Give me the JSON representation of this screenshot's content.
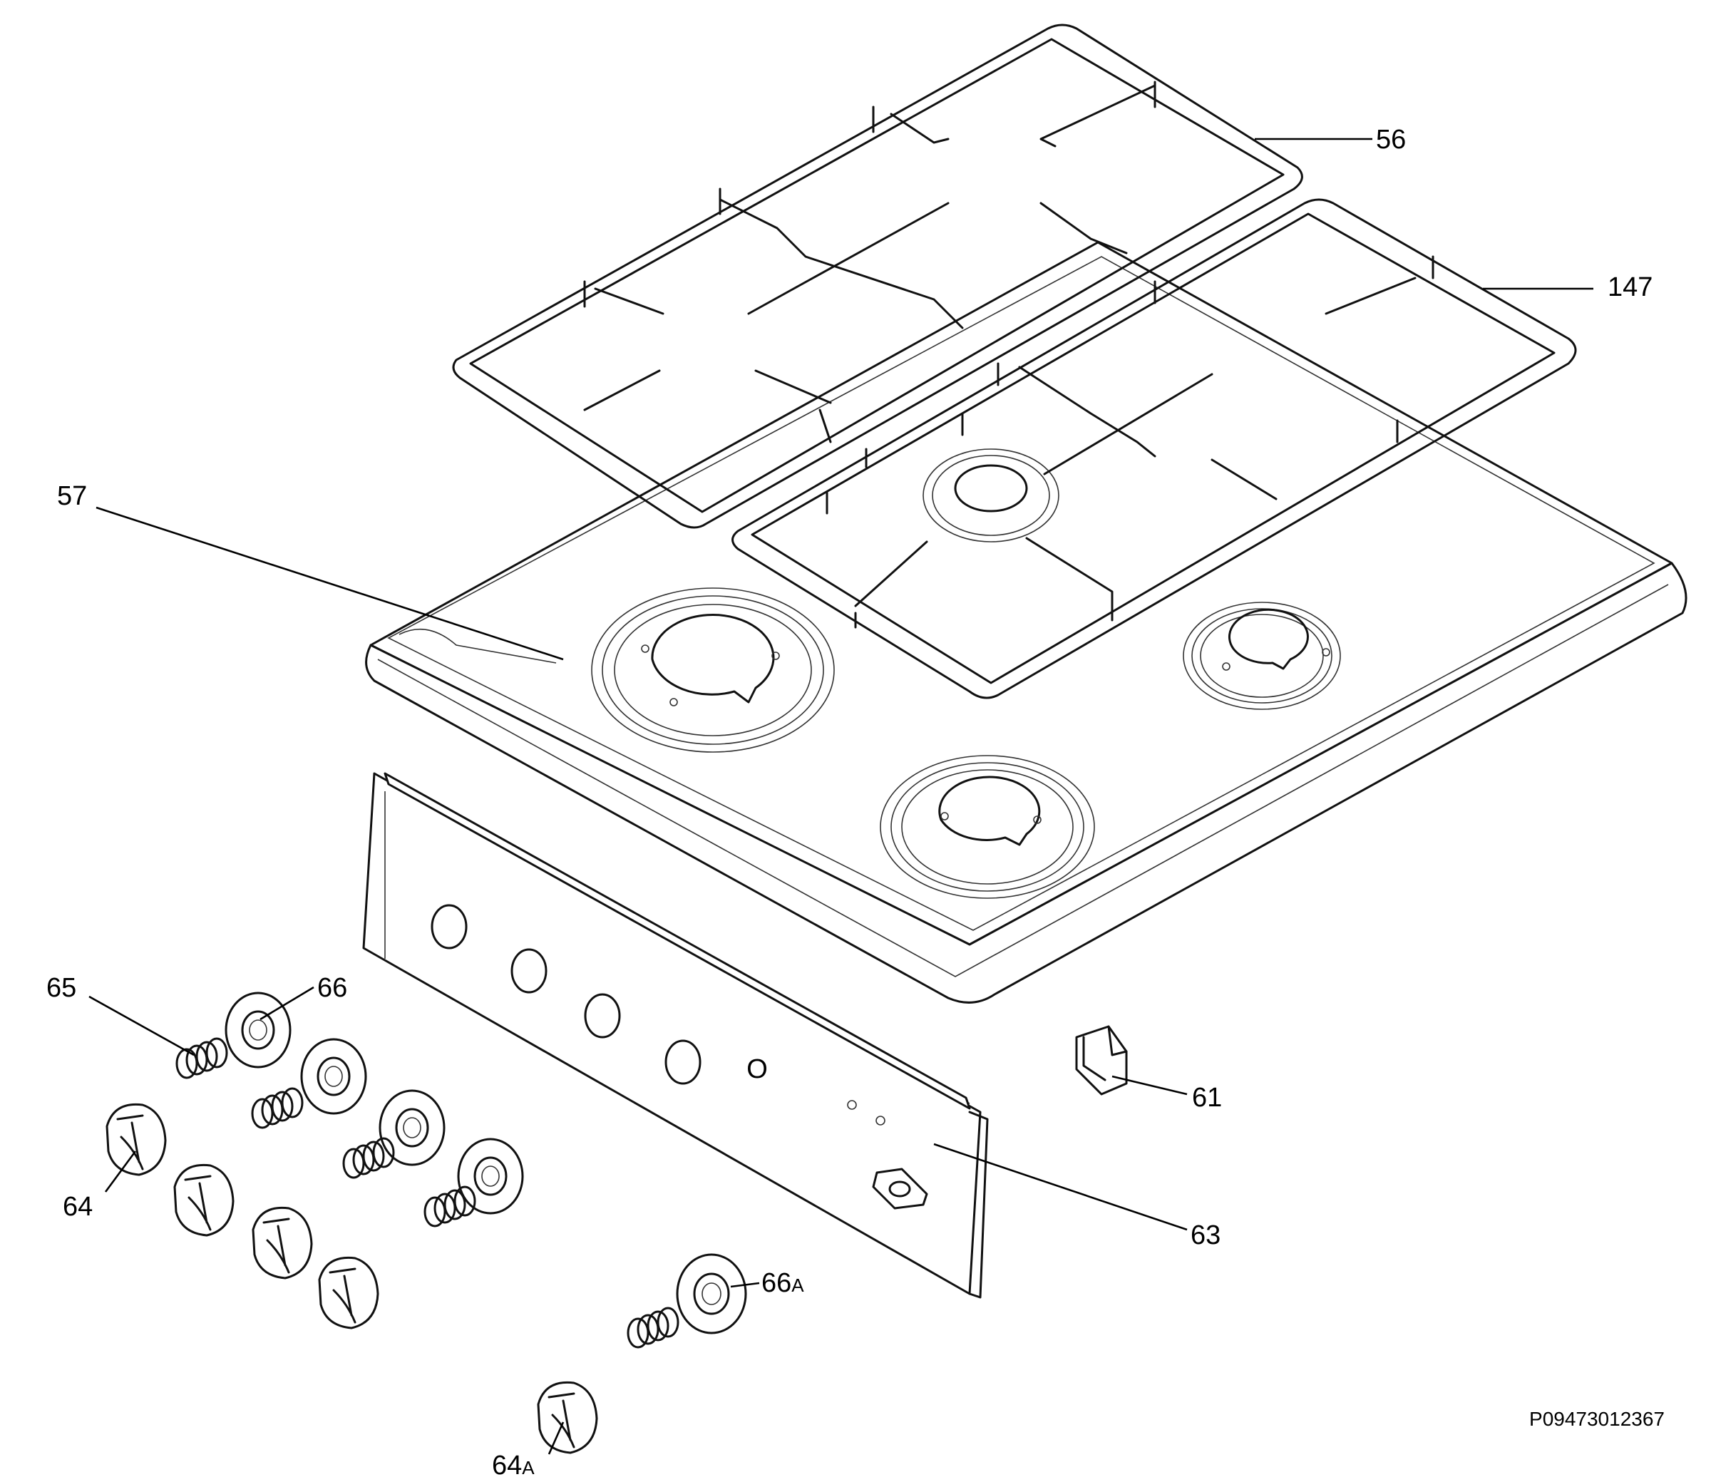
{
  "labels": {
    "grid_left": "56",
    "grid_right": "147",
    "hob_top": "57",
    "control_panel": "63",
    "bracket": "61",
    "spring": "65",
    "knob_ring": "66",
    "knob": "64",
    "knob_ring_a_num": "66",
    "knob_ring_a_suffix": "A",
    "knob_a_num": "64",
    "knob_a_suffix": "A",
    "panel_mark": "O"
  },
  "drawing_code": "P09473012367"
}
